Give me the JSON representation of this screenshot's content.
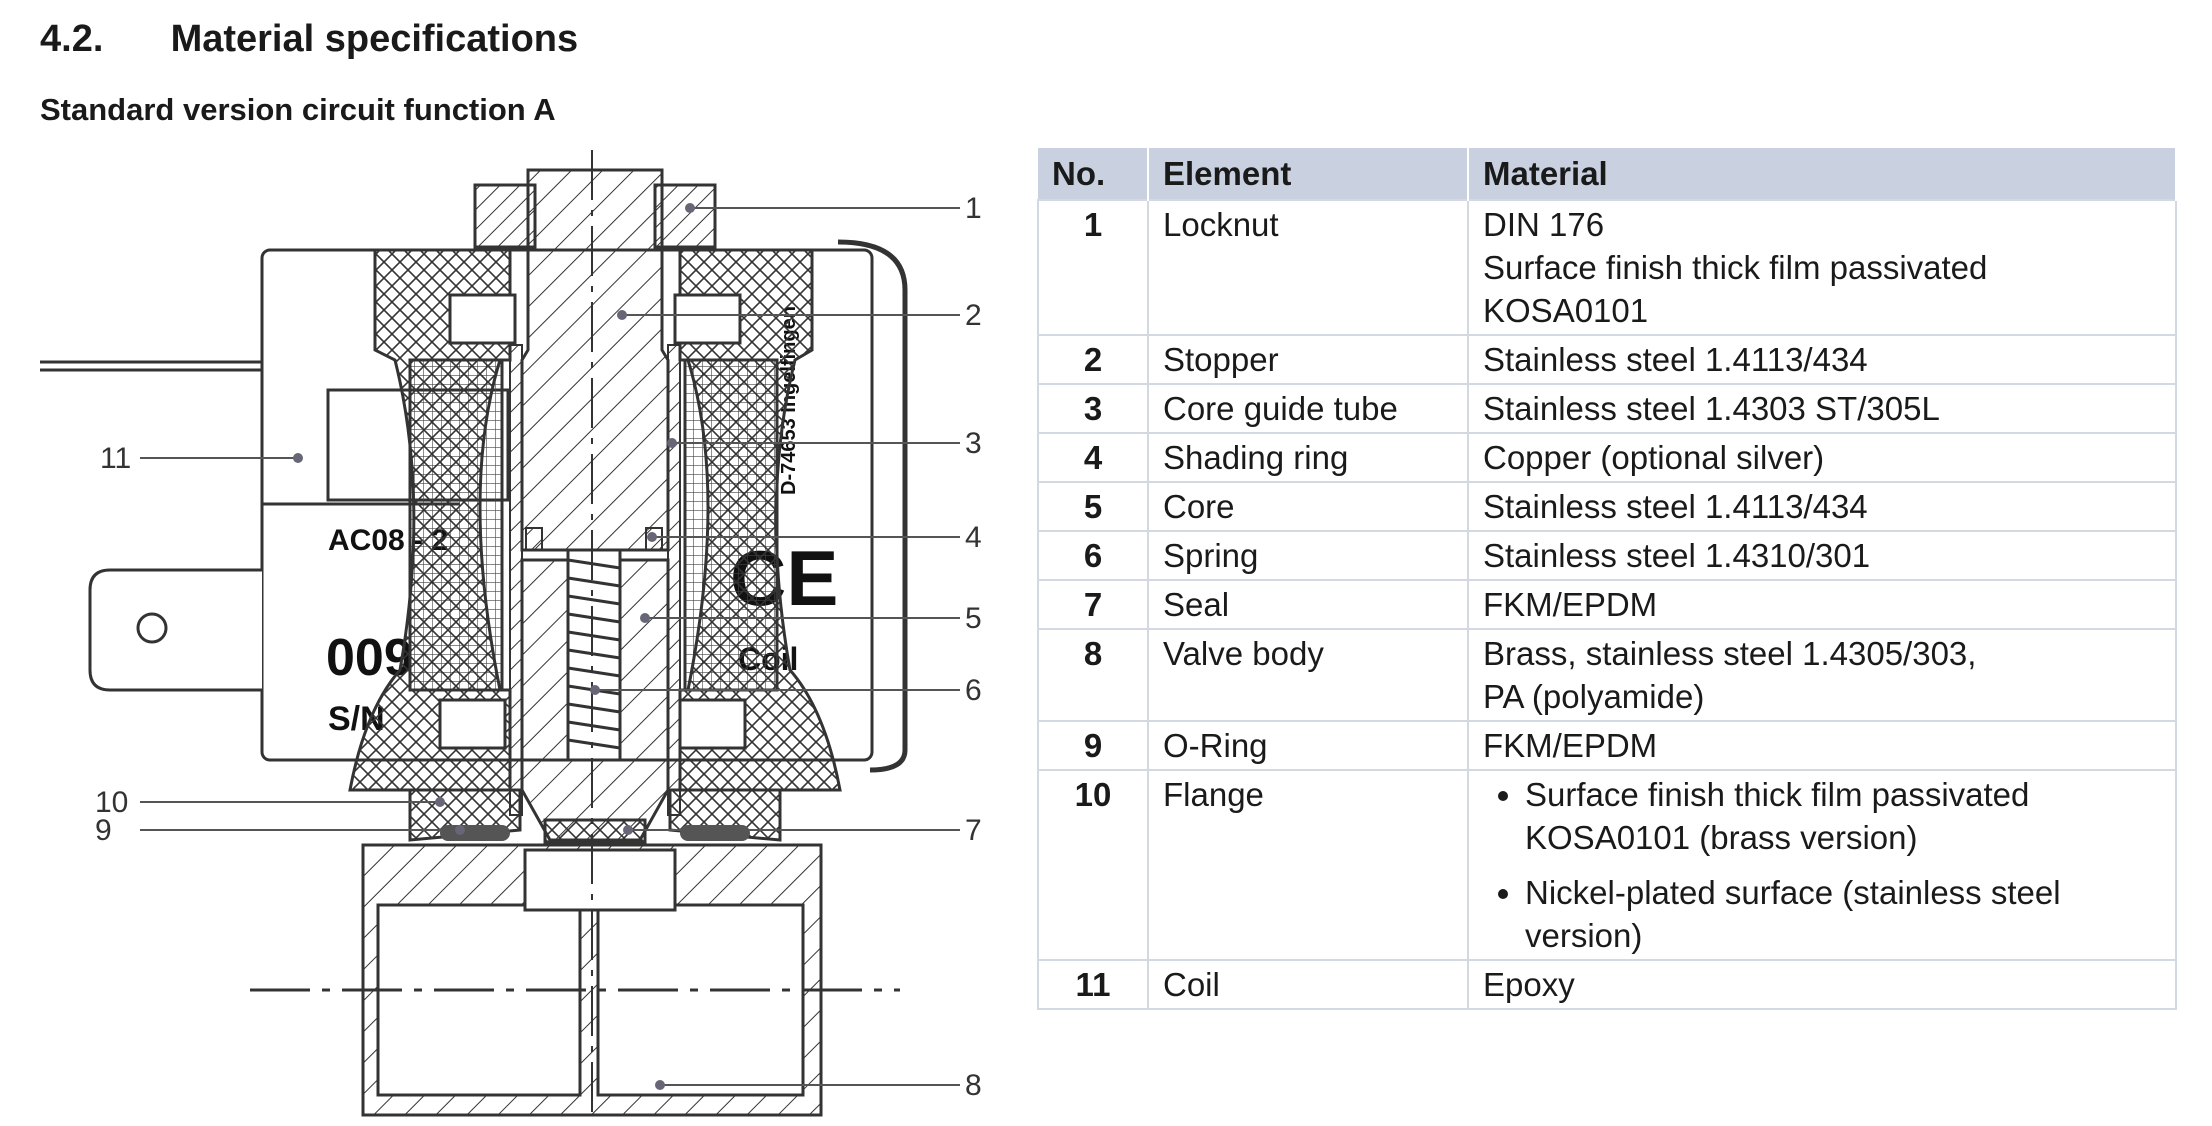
{
  "heading": {
    "number": "4.2.",
    "title": "Material specifications"
  },
  "subheading": "Standard version circuit function A",
  "drawing": {
    "callouts": [
      "1",
      "2",
      "3",
      "4",
      "5",
      "6",
      "7",
      "8",
      "9",
      "10",
      "11"
    ],
    "labels": {
      "code": "AC08 - 2",
      "number": "009",
      "serial": "S/N",
      "maker": "D-74653 Ingelfingen",
      "coil": "Coil",
      "ce": "CE"
    }
  },
  "table": {
    "headers": [
      "No.",
      "Element",
      "Material"
    ],
    "rows": [
      {
        "no": "1",
        "element": "Locknut",
        "material": [
          "DIN 176",
          "Surface finish thick film passivated",
          "KOSA0101"
        ]
      },
      {
        "no": "2",
        "element": "Stopper",
        "material": [
          "Stainless steel 1.4113/434"
        ]
      },
      {
        "no": "3",
        "element": "Core guide tube",
        "material": [
          "Stainless steel 1.4303 ST/305L"
        ]
      },
      {
        "no": "4",
        "element": "Shading ring",
        "material": [
          "Copper (optional silver)"
        ]
      },
      {
        "no": "5",
        "element": "Core",
        "material": [
          "Stainless steel 1.4113/434"
        ]
      },
      {
        "no": "6",
        "element": "Spring",
        "material": [
          "Stainless steel 1.4310/301"
        ]
      },
      {
        "no": "7",
        "element": "Seal",
        "material": [
          "FKM/EPDM"
        ]
      },
      {
        "no": "8",
        "element": "Valve body",
        "material": [
          "Brass, stainless steel 1.4305/303,",
          "PA (polyamide)"
        ]
      },
      {
        "no": "9",
        "element": "O-Ring",
        "material": [
          "FKM/EPDM"
        ]
      },
      {
        "no": "10",
        "element": "Flange",
        "bullets": [
          "Surface finish thick film passivated KOSA0101 (brass version)",
          "Nickel-plated surface (stainless steel version)"
        ]
      },
      {
        "no": "11",
        "element": "Coil",
        "material": [
          "Epoxy"
        ]
      }
    ]
  }
}
